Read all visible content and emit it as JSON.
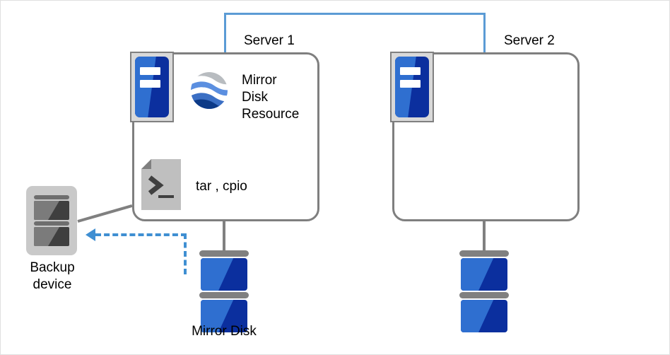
{
  "diagram": {
    "title": "Mirror Disk backup configuration",
    "colors": {
      "network_line": "#5b9bd5",
      "box_border": "#7f7f7f",
      "connector": "#808080",
      "backup_flow": "#3f8fd2",
      "disk_light": "#2f6fd0",
      "disk_dark": "#0b2f9e",
      "icon_frame": "#d9d9d9",
      "text": "#000000"
    },
    "servers": [
      {
        "id": "server-1",
        "label": "Server 1",
        "icon": "server-icon",
        "resources": [
          {
            "id": "mirror-disk-resource",
            "icon": "globe-icon",
            "label": "Mirror\nDisk\nResource"
          },
          {
            "id": "backup-commands",
            "icon": "script-file-icon",
            "label": "tar , cpio"
          }
        ]
      },
      {
        "id": "server-2",
        "label": "Server 2",
        "icon": "server-icon",
        "resources": []
      }
    ],
    "storage": [
      {
        "id": "mirror-disk-1",
        "label": "Mirror Disk",
        "icon": "disk-stack-icon"
      },
      {
        "id": "mirror-disk-2",
        "label": "",
        "icon": "disk-stack-icon"
      }
    ],
    "backup_device": {
      "id": "backup-device",
      "label": "Backup\ndevice",
      "icon": "backup-device-icon"
    },
    "connections": [
      {
        "id": "interconnect",
        "from": "server-1",
        "to": "server-2",
        "style": "solid",
        "color": "#5b9bd5"
      },
      {
        "id": "server1-to-disk",
        "from": "server-1",
        "to": "mirror-disk-1",
        "style": "solid",
        "color": "#808080"
      },
      {
        "id": "server2-to-disk",
        "from": "server-2",
        "to": "mirror-disk-2",
        "style": "solid",
        "color": "#808080"
      },
      {
        "id": "backup-link",
        "from": "backup-device",
        "to": "server-1",
        "style": "solid",
        "color": "#808080"
      },
      {
        "id": "backup-flow",
        "from": "mirror-disk-1",
        "to": "backup-device",
        "style": "dashed",
        "color": "#3f8fd2",
        "arrow": "left"
      }
    ]
  }
}
